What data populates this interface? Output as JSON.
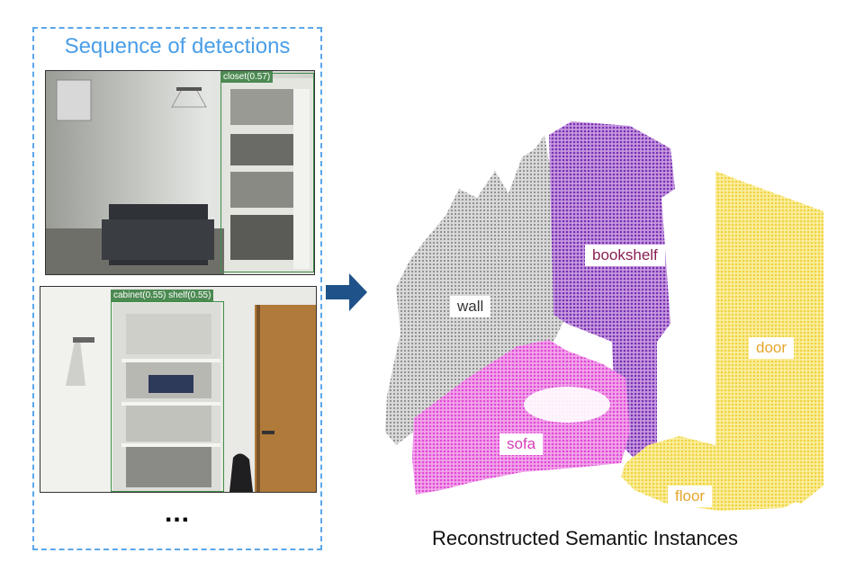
{
  "panel": {
    "title": "Sequence of detections",
    "ellipsis": "..."
  },
  "detections": {
    "frame1": {
      "label": "closet(0.57)"
    },
    "frame2": {
      "label": "cabinet(0.55) shelf(0.55)"
    }
  },
  "scene": {
    "labels": {
      "wall": "wall",
      "bookshelf": "bookshelf",
      "door": "door",
      "sofa": "sofa",
      "floor": "floor"
    },
    "colors": {
      "wall": "#8a8a8a",
      "bookshelf": "#7b2fb0",
      "door": "#f0d23a",
      "sofa": "#e048d6",
      "floor": "#f0d23a",
      "bookshelf_text": "#8a1f55",
      "door_text": "#e6a52a",
      "sofa_text": "#d63fb6",
      "floor_text": "#e6a52a",
      "wall_text": "#333333"
    }
  },
  "caption": "Reconstructed Semantic Instances",
  "arrow_color": "#1f5288"
}
